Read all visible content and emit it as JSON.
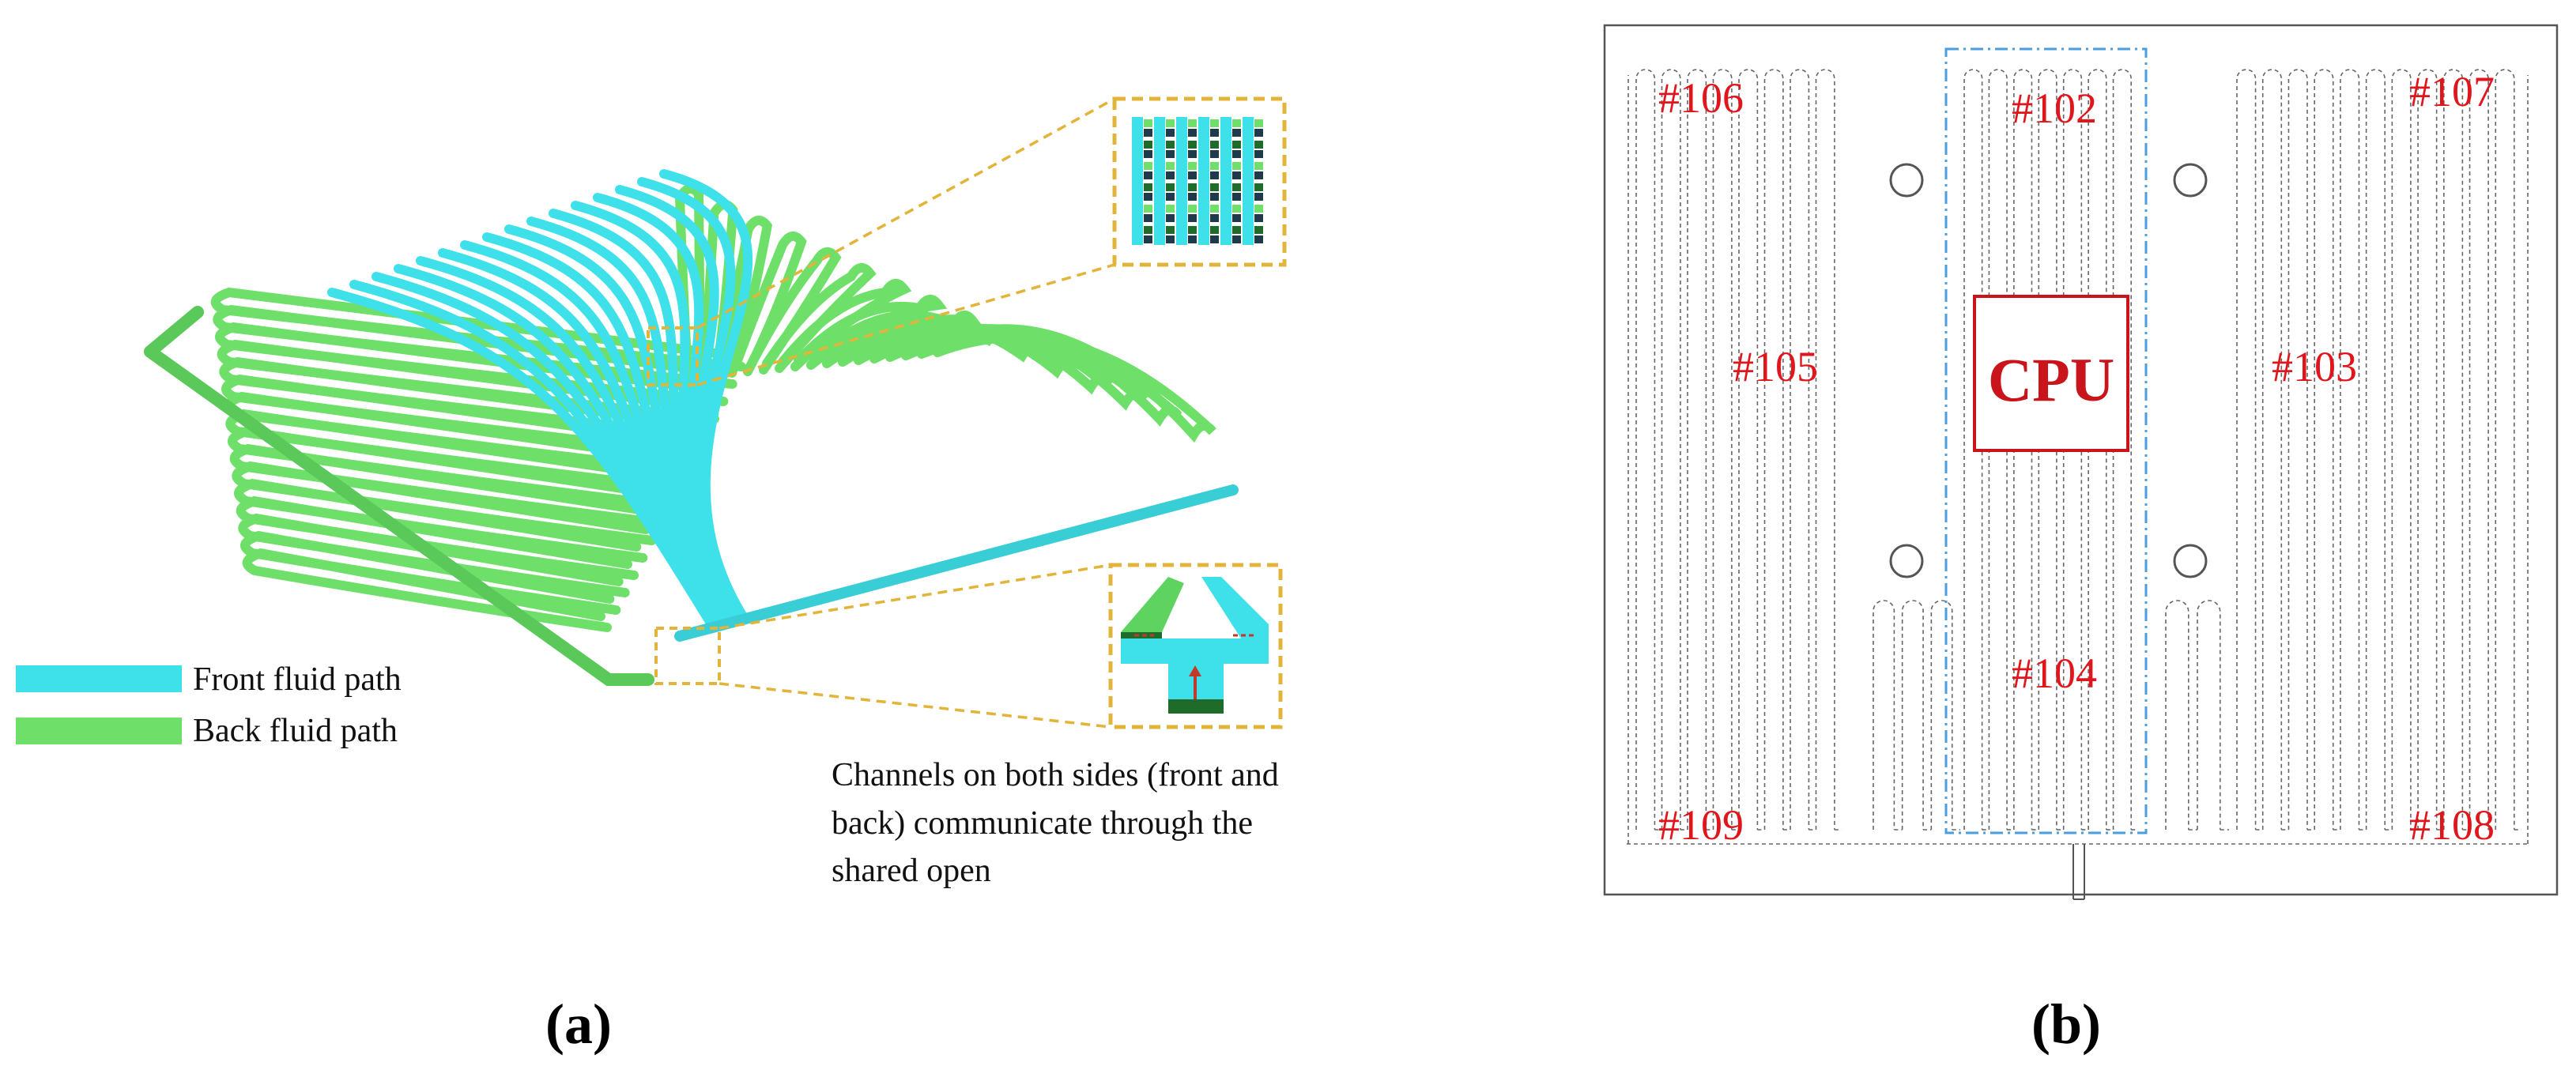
{
  "legend": {
    "front_label": "Front fluid path",
    "back_label": "Back fluid path"
  },
  "note": {
    "line1": "Channels on both sides (front and",
    "line2": "back) communicate through the",
    "line3": "shared open"
  },
  "panel_a_label": "(a)",
  "panel_b_label": "(b)",
  "zones": {
    "z106": "#106",
    "z102": "#102",
    "z107": "#107",
    "z105": "#105",
    "z103": "#103",
    "z104": "#104",
    "z109": "#109",
    "z108": "#108"
  },
  "cpu_label": "CPU",
  "colors": {
    "front_path": "#3ee0ea",
    "back_path": "#6ee06a",
    "callout": "#e2b43a",
    "zone_text": "#e0161c",
    "cpu_box": "#c8141a",
    "highlight_box": "#4a9ee0"
  }
}
